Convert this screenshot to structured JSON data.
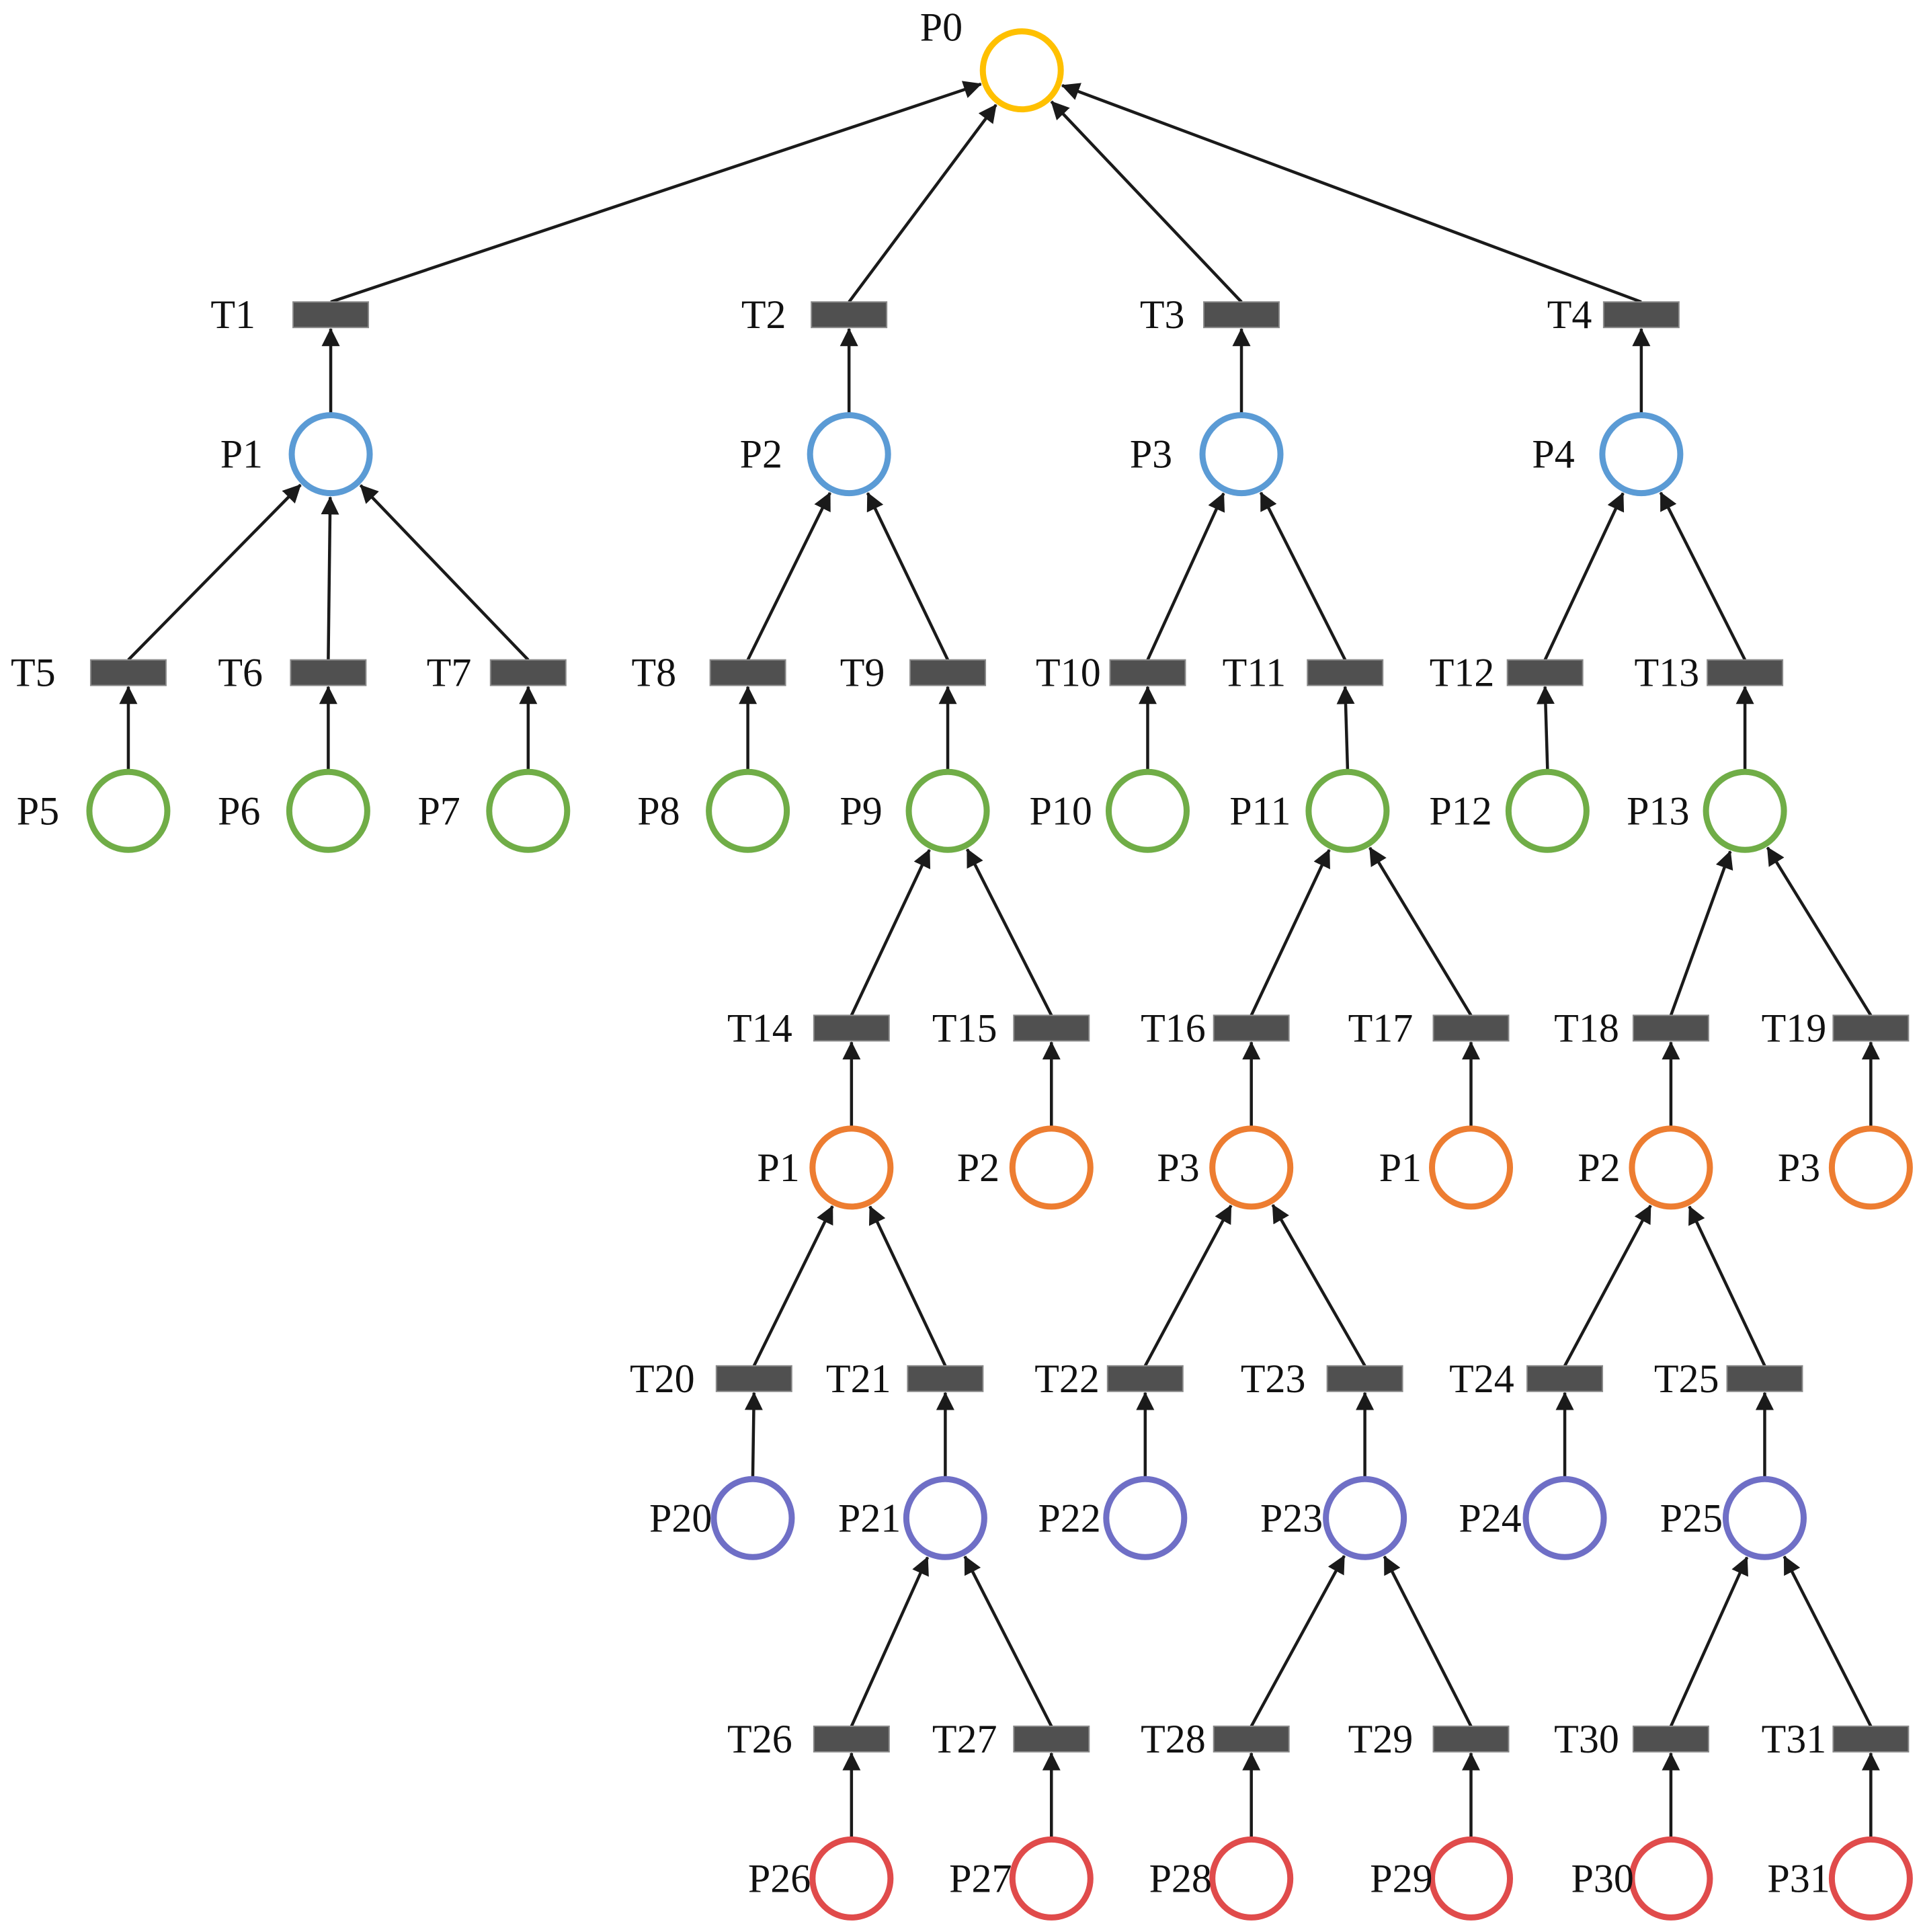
{
  "colors": {
    "level0": "#FFC000",
    "level1": "#5B9BD5",
    "level2": "#70AD47",
    "level3": "#ED7D31",
    "level4": "#6F6FC6",
    "level5": "#E04B4B",
    "transition": "#505050",
    "arc": "#1a1a1a"
  },
  "places": [
    {
      "id": "p0",
      "label": "P0",
      "level": 0
    },
    {
      "id": "p1",
      "label": "P1",
      "level": 1
    },
    {
      "id": "p2",
      "label": "P2",
      "level": 1
    },
    {
      "id": "p3",
      "label": "P3",
      "level": 1
    },
    {
      "id": "p4",
      "label": "P4",
      "level": 1
    },
    {
      "id": "p5",
      "label": "P5",
      "level": 2
    },
    {
      "id": "p6",
      "label": "P6",
      "level": 2
    },
    {
      "id": "p7",
      "label": "P7",
      "level": 2
    },
    {
      "id": "p8",
      "label": "P8",
      "level": 2
    },
    {
      "id": "p9",
      "label": "P9",
      "level": 2
    },
    {
      "id": "p10",
      "label": "P10",
      "level": 2
    },
    {
      "id": "p11",
      "label": "P11",
      "level": 2
    },
    {
      "id": "p12",
      "label": "P12",
      "level": 2
    },
    {
      "id": "p13",
      "label": "P13",
      "level": 2
    },
    {
      "id": "o1",
      "label": "P1",
      "level": 3
    },
    {
      "id": "o2",
      "label": "P2",
      "level": 3
    },
    {
      "id": "o3",
      "label": "P3",
      "level": 3
    },
    {
      "id": "o4",
      "label": "P1",
      "level": 3
    },
    {
      "id": "o5",
      "label": "P2",
      "level": 3
    },
    {
      "id": "o6",
      "label": "P3",
      "level": 3
    },
    {
      "id": "p20",
      "label": "P20",
      "level": 4
    },
    {
      "id": "p21",
      "label": "P21",
      "level": 4
    },
    {
      "id": "p22",
      "label": "P22",
      "level": 4
    },
    {
      "id": "p23",
      "label": "P23",
      "level": 4
    },
    {
      "id": "p24",
      "label": "P24",
      "level": 4
    },
    {
      "id": "p25",
      "label": "P25",
      "level": 4
    },
    {
      "id": "p26",
      "label": "P26",
      "level": 5
    },
    {
      "id": "p27",
      "label": "P27",
      "level": 5
    },
    {
      "id": "p28",
      "label": "P28",
      "level": 5
    },
    {
      "id": "p29",
      "label": "P29",
      "level": 5
    },
    {
      "id": "p30",
      "label": "P30",
      "level": 5
    },
    {
      "id": "p31",
      "label": "P31",
      "level": 5
    }
  ],
  "transitions": [
    {
      "id": "t1",
      "label": "T1"
    },
    {
      "id": "t2",
      "label": "T2"
    },
    {
      "id": "t3",
      "label": "T3"
    },
    {
      "id": "t4",
      "label": "T4"
    },
    {
      "id": "t5",
      "label": "T5"
    },
    {
      "id": "t6",
      "label": "T6"
    },
    {
      "id": "t7",
      "label": "T7"
    },
    {
      "id": "t8",
      "label": "T8"
    },
    {
      "id": "t9",
      "label": "T9"
    },
    {
      "id": "t10",
      "label": "T10"
    },
    {
      "id": "t11",
      "label": "T11"
    },
    {
      "id": "t12",
      "label": "T12"
    },
    {
      "id": "t13",
      "label": "T13"
    },
    {
      "id": "t14",
      "label": "T14"
    },
    {
      "id": "t15",
      "label": "T15"
    },
    {
      "id": "t16",
      "label": "T16"
    },
    {
      "id": "t17",
      "label": "T17"
    },
    {
      "id": "t18",
      "label": "T18"
    },
    {
      "id": "t19",
      "label": "T19"
    },
    {
      "id": "t20",
      "label": "T20"
    },
    {
      "id": "t21",
      "label": "T21"
    },
    {
      "id": "t22",
      "label": "T22"
    },
    {
      "id": "t23",
      "label": "T23"
    },
    {
      "id": "t24",
      "label": "T24"
    },
    {
      "id": "t25",
      "label": "T25"
    },
    {
      "id": "t26",
      "label": "T26"
    },
    {
      "id": "t27",
      "label": "T27"
    },
    {
      "id": "t28",
      "label": "T28"
    },
    {
      "id": "t29",
      "label": "T29"
    },
    {
      "id": "t30",
      "label": "T30"
    },
    {
      "id": "t31",
      "label": "T31"
    }
  ],
  "arcs": [
    [
      "t1",
      "p0"
    ],
    [
      "t2",
      "p0"
    ],
    [
      "t3",
      "p0"
    ],
    [
      "t4",
      "p0"
    ],
    [
      "p1",
      "t1"
    ],
    [
      "p2",
      "t2"
    ],
    [
      "p3",
      "t3"
    ],
    [
      "p4",
      "t4"
    ],
    [
      "t5",
      "p1"
    ],
    [
      "t6",
      "p1"
    ],
    [
      "t7",
      "p1"
    ],
    [
      "t8",
      "p2"
    ],
    [
      "t9",
      "p2"
    ],
    [
      "t10",
      "p3"
    ],
    [
      "t11",
      "p3"
    ],
    [
      "t12",
      "p4"
    ],
    [
      "t13",
      "p4"
    ],
    [
      "p5",
      "t5"
    ],
    [
      "p6",
      "t6"
    ],
    [
      "p7",
      "t7"
    ],
    [
      "p8",
      "t8"
    ],
    [
      "p9",
      "t9"
    ],
    [
      "p10",
      "t10"
    ],
    [
      "p11",
      "t11"
    ],
    [
      "p12",
      "t12"
    ],
    [
      "p13",
      "t13"
    ],
    [
      "t14",
      "p9"
    ],
    [
      "t15",
      "p9"
    ],
    [
      "t16",
      "p11"
    ],
    [
      "t17",
      "p11"
    ],
    [
      "t18",
      "p13"
    ],
    [
      "t19",
      "p13"
    ],
    [
      "o1",
      "t14"
    ],
    [
      "o2",
      "t15"
    ],
    [
      "o3",
      "t16"
    ],
    [
      "o4",
      "t17"
    ],
    [
      "o5",
      "t18"
    ],
    [
      "o6",
      "t19"
    ],
    [
      "t20",
      "o1"
    ],
    [
      "t21",
      "o1"
    ],
    [
      "t22",
      "o3"
    ],
    [
      "t23",
      "o3"
    ],
    [
      "t24",
      "o5"
    ],
    [
      "t25",
      "o5"
    ],
    [
      "p20",
      "t20"
    ],
    [
      "p21",
      "t21"
    ],
    [
      "p22",
      "t22"
    ],
    [
      "p23",
      "t23"
    ],
    [
      "p24",
      "t24"
    ],
    [
      "p25",
      "t25"
    ],
    [
      "t26",
      "p21"
    ],
    [
      "t27",
      "p21"
    ],
    [
      "t28",
      "p23"
    ],
    [
      "t29",
      "p23"
    ],
    [
      "t30",
      "p25"
    ],
    [
      "t31",
      "p25"
    ],
    [
      "p26",
      "t26"
    ],
    [
      "p27",
      "t27"
    ],
    [
      "p28",
      "t28"
    ],
    [
      "p29",
      "t29"
    ],
    [
      "p30",
      "t30"
    ],
    [
      "p31",
      "t31"
    ]
  ]
}
